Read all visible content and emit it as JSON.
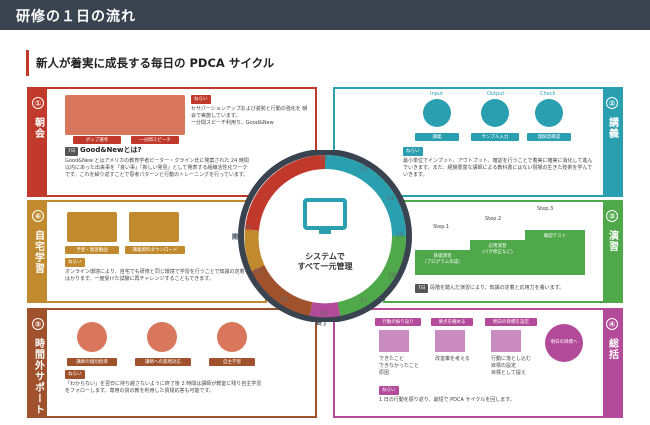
{
  "header": {
    "title": "研修の１日の流れ"
  },
  "subtitle": "新人が着実に成長する毎日の PDCA サイクル",
  "colors": {
    "red": "#c0392b",
    "teal": "#2a9fb0",
    "green": "#4fa84a",
    "orange": "#c28a2e",
    "brown": "#a0522d",
    "purple": "#b44a9a",
    "navy": "#3a4350"
  },
  "panels": {
    "p1": {
      "num": "①",
      "label": "朝会",
      "badge": "ねらい",
      "text": "セサパーションアップおよび姿勢と行動の強化を\n朝会で実施しています。",
      "text2": "一分間スピーチ利用り、Good&New",
      "ill1": "ポップ選考",
      "ill2": "一分間スピーチ",
      "sub_badge": "7日",
      "sub_title": "Good&Newとは?",
      "sub_text": "Good&New とはアメリカの教育学者ピーター・クライン氏に発案された 24 時間以内にあった出来事を「良い事」「新しい発見」として発表する組織活性化ワークです。これを繰り返すことで思考パターンと行動のトレーニングを行っています。"
    },
    "p2": {
      "num": "②",
      "label": "講義",
      "badge": "ねらい",
      "ill_input": "Input",
      "ill_output": "Output",
      "ill_check": "Check",
      "box1": "講義",
      "box2": "サンプル入力",
      "box3": "理解度確認",
      "text": "最小単位でインプット、アウトプット、確認を行うことで着実に確実に消化して進んでいきます。また、経験豊富な講師による教科書にはない現場の生きた技術を学んでいきます。"
    },
    "p3": {
      "num": "③",
      "label": "演習",
      "step1": "Step.1",
      "step2": "Step.2",
      "step3": "Step.3",
      "box1": "基礎演習\n(プログラム作成)",
      "box2": "応用演習\n(バグ修正など)",
      "box3": "確認テスト",
      "badge": "7日",
      "text": "段階を踏んだ演習により、知識の定着と応用力を養います。"
    },
    "p4": {
      "num": "④",
      "label": "総括",
      "lbl1": "行動の振り返り",
      "lbl2": "要点を確める",
      "lbl3": "明日の目標を設定",
      "goal": "明日の目標へ",
      "c1": "できたこと\nできなかったこと\n原因",
      "c2": "改善策を考える",
      "c3": "行動に落とし込む\n目標の設定\n目標として提え",
      "badge": "ねらい",
      "text": "1 日の行動を振り返り、最短で PDCA サイクルを回します。"
    },
    "p5": {
      "num": "⑤",
      "label": "時間外サポート",
      "ill1": "講師の個別指導",
      "ill2": "講師への質問対応",
      "ill3": "自主学習",
      "badge": "ねらい",
      "text": "「わからない」を翌日に持ち越さないように終了後 2 時間は講師が教室に残り自主学習をフォローします。専用の資の教を利用した質疑応答も可能です。"
    },
    "p6": {
      "num": "⑥",
      "label": "自宅学習",
      "ill1": "予習・復習動画",
      "ill2": "講義資料ダウンロード",
      "badge": "ねらい",
      "text": "オンライン環境により、自宅でも研修と同じ環境で学習を行うことで知識の定着をはかります。一度受けた試験に再チャレンジすることもできます。"
    }
  },
  "clock": {
    "center": "システムで\nすべて一元管理",
    "start": "開始",
    "end": "終了",
    "numbers": [
      "12",
      "13",
      "14",
      "15",
      "16",
      "17",
      "18",
      "19",
      "20",
      "9"
    ]
  }
}
